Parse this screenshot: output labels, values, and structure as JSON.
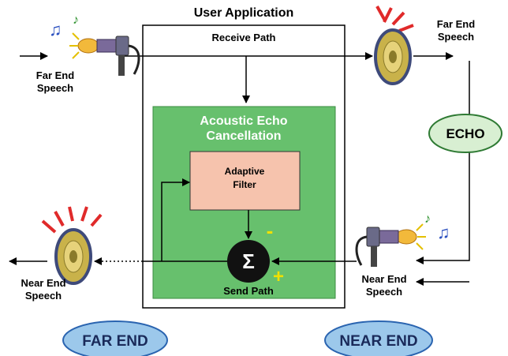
{
  "title": "User Application",
  "receive_path": "Receive Path",
  "aec": {
    "line1": "Acoustic Echo",
    "line2": "Cancellation"
  },
  "filter": {
    "line1": "Adaptive",
    "line2": "Filter"
  },
  "sum_symbol": "Σ",
  "minus_sign": "-",
  "plus_sign": "+",
  "send_path": "Send Path",
  "echo": "ECHO",
  "far_end_input": {
    "line1": "Far End",
    "line2": "Speech"
  },
  "far_end_output": {
    "line1": "Far End",
    "line2": "Speech"
  },
  "near_end_input": {
    "line1": "Near End",
    "line2": "Speech"
  },
  "near_end_output": {
    "line1": "Near End",
    "line2": "Speech"
  },
  "far_end_zone": "FAR END",
  "near_end_zone": "NEAR END",
  "colors": {
    "aec_green": "#67c06d",
    "filter_fill": "#f6c3ad",
    "echo_fill": "#d8efd2",
    "zone_fill": "#9cc8eb",
    "sign_yellow": "#f0e000",
    "mic_body": "#7a6a9a",
    "speaker_cone": "#c9b24a"
  }
}
